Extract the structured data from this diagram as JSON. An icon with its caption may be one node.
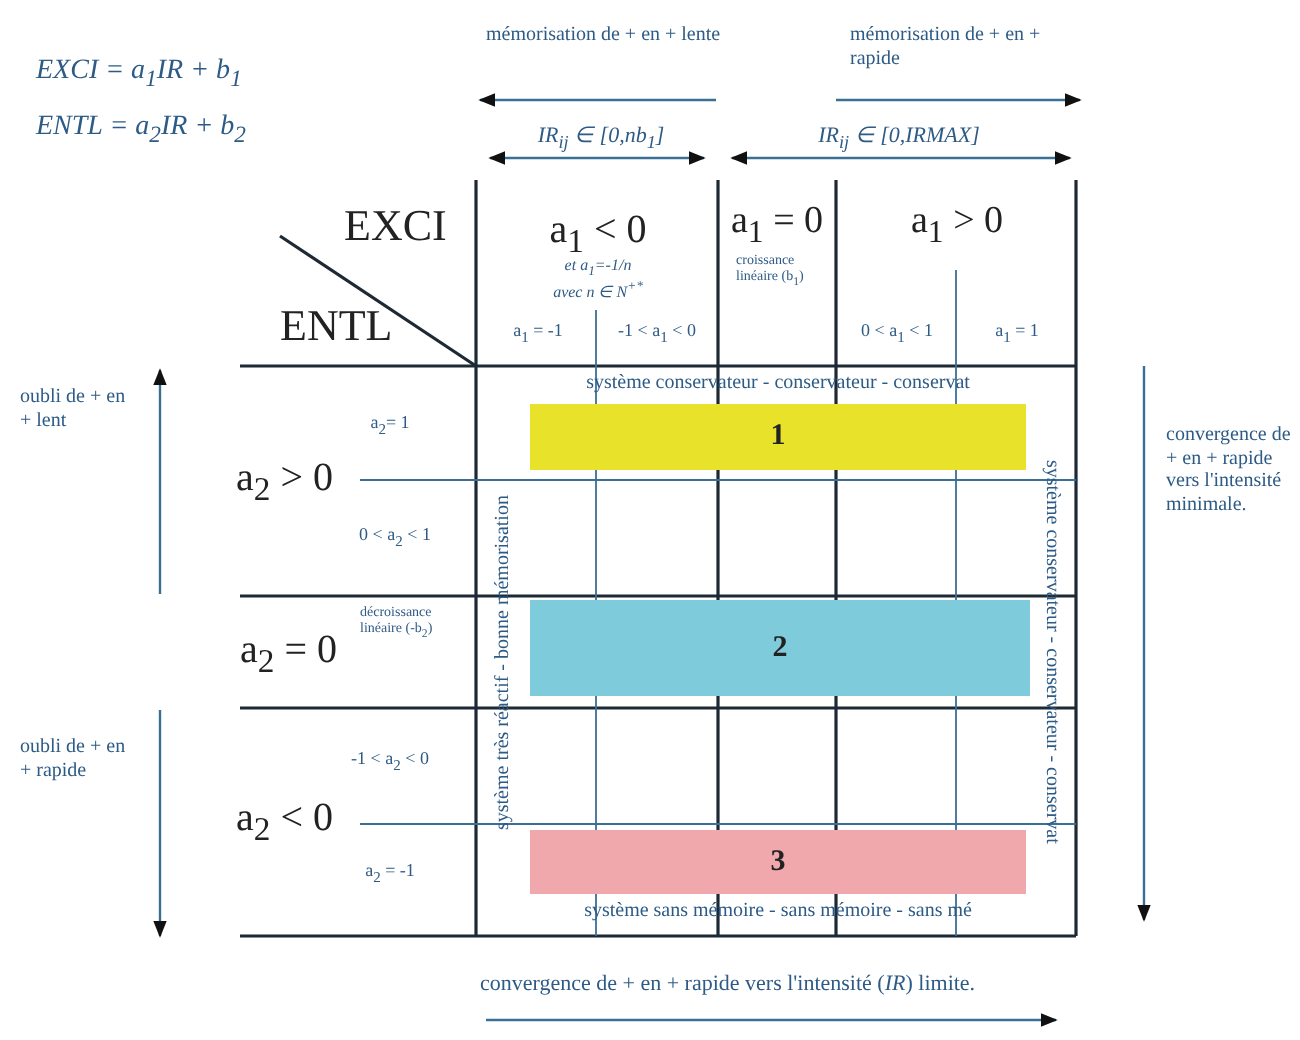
{
  "diagram": {
    "nodes": [
      {
        "text": [
          "1"
        ]
      },
      {
        "text": [
          "2"
        ]
      },
      {
        "text": [
          "3"
        ]
      }
    ],
    "labels": [
      "EXCI = a$_{1}$IR + b$_{1}$",
      "ENTL = a$_{2}$IR + b$_{2}$",
      "mémorisation de + en + lente",
      "mémorisation de + en + rapide",
      "IR$_{ij}$ ∈ [0,nb$_{1}$]",
      "IR$_{ij}$ ∈ [0,IRMAX]",
      "EXCI",
      "ENTL",
      "a$_{1}$ < 0",
      "et a$_{1}$=-1/n",
      "avec n ∈ N$^{+*}$",
      "a$_{1}$ = -1",
      "-1 < a$_{1}$ < 0",
      "a$_{1}$ = 0",
      "croissance linéaire (b$_{1}$)",
      "a$_{1}$ > 0",
      "0 < a$_{1}$ < 1",
      "a$_{1}$ = 1",
      "oubli de + en + lent",
      "a$_{2}$= 1",
      "a$_{2}$ > 0",
      "0 < a$_{2}$ < 1",
      "système conservateur - conservateur - conservat",
      "système très réactif - bonne mémorisation",
      "système conservateur - conservateur - conservat",
      "convergence de + en + rapide vers l'intensité minimale.",
      "a$_{2}$ = 0",
      "décroissance linéaire (-b$_{2}$)",
      "oubli de + en + rapide",
      "-1 < a$_{2}$ < 0",
      "a$_{2}$ < 0",
      "a$_{2}$ = -1",
      "système sans mémoire - sans mémoire - sans mé",
      "convergence de + en + rapide vers l'intensité (*IR*) limite."
    ]
  }
}
